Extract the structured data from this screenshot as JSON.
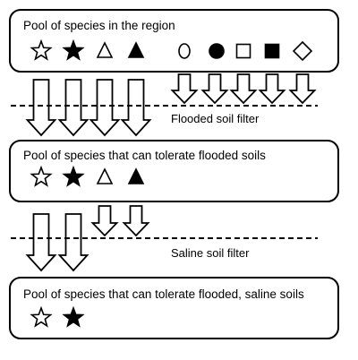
{
  "boxes": {
    "region": {
      "label": "Pool of species in the region",
      "symbols": [
        "open-star",
        "filled-star",
        "open-triangle",
        "filled-triangle",
        "open-circle",
        "filled-circle",
        "open-square",
        "filled-square",
        "open-diamond"
      ]
    },
    "flooded": {
      "label": "Pool of species that can tolerate flooded soils",
      "symbols": [
        "open-star",
        "filled-star",
        "open-triangle",
        "filled-triangle"
      ]
    },
    "saline": {
      "label": "Pool of species that can tolerate flooded, saline soils",
      "symbols": [
        "open-star",
        "filled-star"
      ]
    }
  },
  "filters": {
    "flooded": "Flooded soil filter",
    "saline": "Saline soil filter"
  },
  "colors": {
    "stroke": "#000000",
    "background": "#ffffff"
  }
}
